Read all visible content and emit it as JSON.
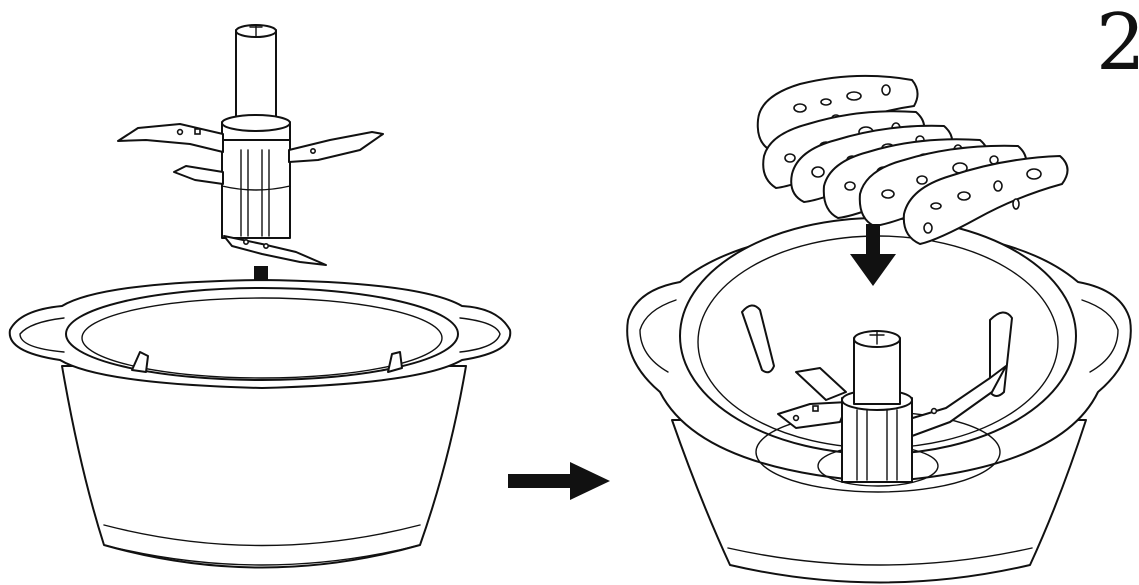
{
  "figure": {
    "step_number": "2",
    "panels": [
      {
        "id": "before",
        "parts": [
          "blade-assembly",
          "bowl"
        ],
        "action": "insert-blade-down-arrow"
      },
      {
        "id": "after",
        "parts": [
          "bowl-with-blade",
          "food-slices"
        ],
        "action": "add-food-down-arrow"
      }
    ],
    "transition": "right-arrow"
  },
  "colors": {
    "line": "#111111",
    "background": "#ffffff"
  }
}
